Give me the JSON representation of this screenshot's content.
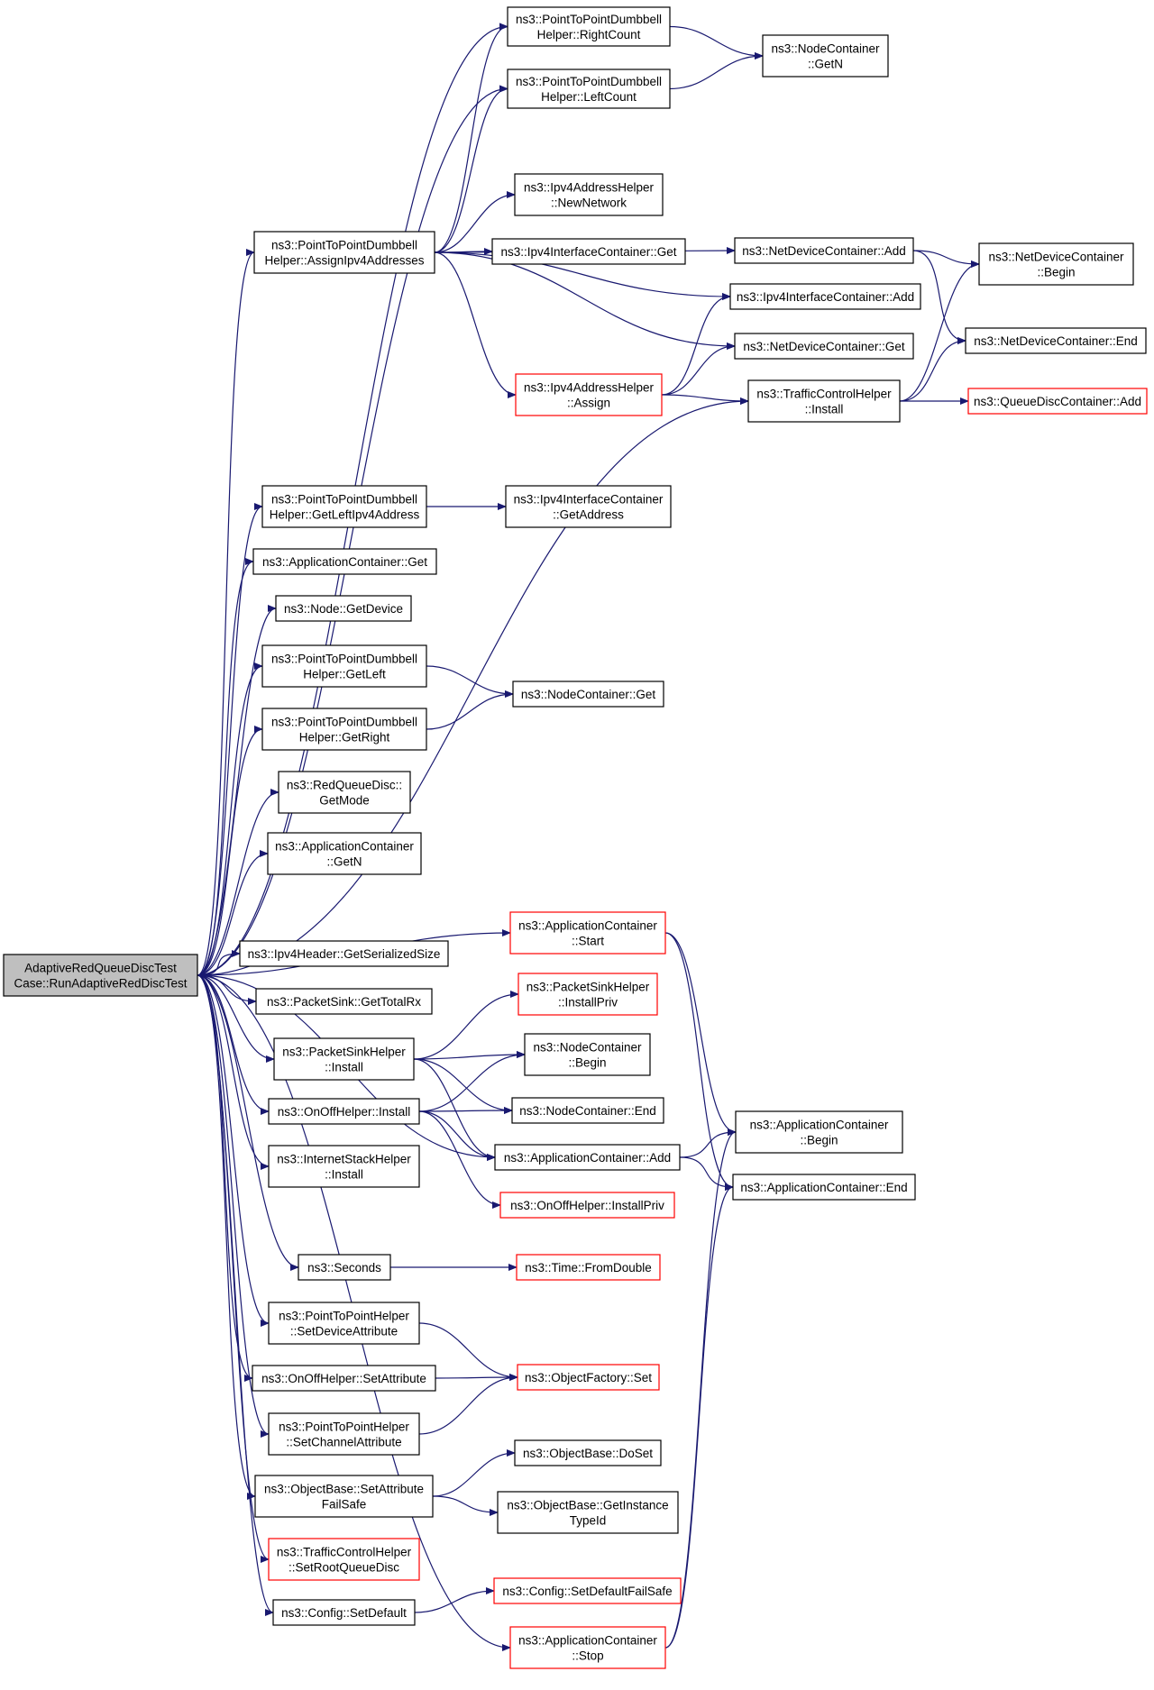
{
  "colors": {
    "edge": "#191970",
    "border_normal": "#000000",
    "border_undocumented": "#ff0000",
    "root_fill": "#bfbfbf",
    "node_fill": "#ffffff"
  },
  "nodes": [
    {
      "id": "root",
      "lines": [
        "AdaptiveRedQueueDiscTest",
        "Case::RunAdaptiveRedDiscTest"
      ],
      "style": "root"
    },
    {
      "id": "rightcount",
      "lines": [
        "ns3::PointToPointDumbbell",
        "Helper::RightCount"
      ],
      "style": "normal"
    },
    {
      "id": "leftcount",
      "lines": [
        "ns3::PointToPointDumbbell",
        "Helper::LeftCount"
      ],
      "style": "normal"
    },
    {
      "id": "nc_getn",
      "lines": [
        "ns3::NodeContainer",
        "::GetN"
      ],
      "style": "normal"
    },
    {
      "id": "ipv4ah_newnetwork",
      "lines": [
        "ns3::Ipv4AddressHelper",
        "::NewNetwork"
      ],
      "style": "normal"
    },
    {
      "id": "assignipv4",
      "lines": [
        "ns3::PointToPointDumbbell",
        "Helper::AssignIpv4Addresses"
      ],
      "style": "normal"
    },
    {
      "id": "ipv4ic_get",
      "lines": [
        "ns3::Ipv4InterfaceContainer::Get"
      ],
      "style": "normal"
    },
    {
      "id": "ndc_add",
      "lines": [
        "ns3::NetDeviceContainer::Add"
      ],
      "style": "normal"
    },
    {
      "id": "ndc_begin",
      "lines": [
        "ns3::NetDeviceContainer",
        "::Begin"
      ],
      "style": "normal"
    },
    {
      "id": "ipv4ic_add",
      "lines": [
        "ns3::Ipv4InterfaceContainer::Add"
      ],
      "style": "normal"
    },
    {
      "id": "ndc_get",
      "lines": [
        "ns3::NetDeviceContainer::Get"
      ],
      "style": "normal"
    },
    {
      "id": "ndc_end",
      "lines": [
        "ns3::NetDeviceContainer::End"
      ],
      "style": "normal"
    },
    {
      "id": "ipv4ah_assign",
      "lines": [
        "ns3::Ipv4AddressHelper",
        "::Assign"
      ],
      "style": "red"
    },
    {
      "id": "tch_install",
      "lines": [
        "ns3::TrafficControlHelper",
        "::Install"
      ],
      "style": "normal"
    },
    {
      "id": "qdc_add",
      "lines": [
        "ns3::QueueDiscContainer::Add"
      ],
      "style": "red"
    },
    {
      "id": "getleftipv4",
      "lines": [
        "ns3::PointToPointDumbbell",
        "Helper::GetLeftIpv4Address"
      ],
      "style": "normal"
    },
    {
      "id": "ipv4ic_getaddress",
      "lines": [
        "ns3::Ipv4InterfaceContainer",
        "::GetAddress"
      ],
      "style": "normal"
    },
    {
      "id": "ac_get",
      "lines": [
        "ns3::ApplicationContainer::Get"
      ],
      "style": "normal"
    },
    {
      "id": "node_getdevice",
      "lines": [
        "ns3::Node::GetDevice"
      ],
      "style": "normal"
    },
    {
      "id": "getleft",
      "lines": [
        "ns3::PointToPointDumbbell",
        "Helper::GetLeft"
      ],
      "style": "normal"
    },
    {
      "id": "nc_get",
      "lines": [
        "ns3::NodeContainer::Get"
      ],
      "style": "normal"
    },
    {
      "id": "getright",
      "lines": [
        "ns3::PointToPointDumbbell",
        "Helper::GetRight"
      ],
      "style": "normal"
    },
    {
      "id": "red_getmode",
      "lines": [
        "ns3::RedQueueDisc::",
        "GetMode"
      ],
      "style": "normal"
    },
    {
      "id": "ac_getn",
      "lines": [
        "ns3::ApplicationContainer",
        "::GetN"
      ],
      "style": "normal"
    },
    {
      "id": "ac_start",
      "lines": [
        "ns3::ApplicationContainer",
        "::Start"
      ],
      "style": "red"
    },
    {
      "id": "ipv4header",
      "lines": [
        "ns3::Ipv4Header::GetSerializedSize"
      ],
      "style": "normal"
    },
    {
      "id": "ps_gettotalrx",
      "lines": [
        "ns3::PacketSink::GetTotalRx"
      ],
      "style": "normal"
    },
    {
      "id": "psh_installpriv",
      "lines": [
        "ns3::PacketSinkHelper",
        "::InstallPriv"
      ],
      "style": "red"
    },
    {
      "id": "psh_install",
      "lines": [
        "ns3::PacketSinkHelper",
        "::Install"
      ],
      "style": "normal"
    },
    {
      "id": "nc_begin",
      "lines": [
        "ns3::NodeContainer",
        "::Begin"
      ],
      "style": "normal"
    },
    {
      "id": "onoff_install",
      "lines": [
        "ns3::OnOffHelper::Install"
      ],
      "style": "normal"
    },
    {
      "id": "nc_end",
      "lines": [
        "ns3::NodeContainer::End"
      ],
      "style": "normal"
    },
    {
      "id": "ac_begin",
      "lines": [
        "ns3::ApplicationContainer",
        "::Begin"
      ],
      "style": "normal"
    },
    {
      "id": "ish_install",
      "lines": [
        "ns3::InternetStackHelper",
        "::Install"
      ],
      "style": "normal"
    },
    {
      "id": "ac_add",
      "lines": [
        "ns3::ApplicationContainer::Add"
      ],
      "style": "normal"
    },
    {
      "id": "ac_end",
      "lines": [
        "ns3::ApplicationContainer::End"
      ],
      "style": "normal"
    },
    {
      "id": "onoff_installpriv",
      "lines": [
        "ns3::OnOffHelper::InstallPriv"
      ],
      "style": "red"
    },
    {
      "id": "seconds",
      "lines": [
        "ns3::Seconds"
      ],
      "style": "normal"
    },
    {
      "id": "time_fromdouble",
      "lines": [
        "ns3::Time::FromDouble"
      ],
      "style": "red"
    },
    {
      "id": "setdeviceattr",
      "lines": [
        "ns3::PointToPointHelper",
        "::SetDeviceAttribute"
      ],
      "style": "normal"
    },
    {
      "id": "onoff_setattr",
      "lines": [
        "ns3::OnOffHelper::SetAttribute"
      ],
      "style": "normal"
    },
    {
      "id": "of_set",
      "lines": [
        "ns3::ObjectFactory::Set"
      ],
      "style": "red"
    },
    {
      "id": "setchannelattr",
      "lines": [
        "ns3::PointToPointHelper",
        "::SetChannelAttribute"
      ],
      "style": "normal"
    },
    {
      "id": "ob_doset",
      "lines": [
        "ns3::ObjectBase::DoSet"
      ],
      "style": "normal"
    },
    {
      "id": "ob_setattrfailsafe",
      "lines": [
        "ns3::ObjectBase::SetAttribute",
        "FailSafe"
      ],
      "style": "normal"
    },
    {
      "id": "ob_getinstancetypeid",
      "lines": [
        "ns3::ObjectBase::GetInstance",
        "TypeId"
      ],
      "style": "normal"
    },
    {
      "id": "tch_setroot",
      "lines": [
        "ns3::TrafficControlHelper",
        "::SetRootQueueDisc"
      ],
      "style": "red"
    },
    {
      "id": "cfg_setdefaultfailsafe",
      "lines": [
        "ns3::Config::SetDefaultFailSafe"
      ],
      "style": "red"
    },
    {
      "id": "cfg_setdefault",
      "lines": [
        "ns3::Config::SetDefault"
      ],
      "style": "normal"
    },
    {
      "id": "ac_stop",
      "lines": [
        "ns3::ApplicationContainer",
        "::Stop"
      ],
      "style": "red"
    }
  ],
  "edges": [
    [
      "root",
      "rightcount"
    ],
    [
      "root",
      "leftcount"
    ],
    [
      "root",
      "assignipv4"
    ],
    [
      "root",
      "tch_install"
    ],
    [
      "root",
      "getleftipv4"
    ],
    [
      "root",
      "ac_get"
    ],
    [
      "root",
      "node_getdevice"
    ],
    [
      "root",
      "getleft"
    ],
    [
      "root",
      "getright"
    ],
    [
      "root",
      "red_getmode"
    ],
    [
      "root",
      "ac_getn"
    ],
    [
      "root",
      "ac_start"
    ],
    [
      "root",
      "ipv4header"
    ],
    [
      "root",
      "ps_gettotalrx"
    ],
    [
      "root",
      "psh_install"
    ],
    [
      "root",
      "onoff_install"
    ],
    [
      "root",
      "ish_install"
    ],
    [
      "root",
      "ac_add"
    ],
    [
      "root",
      "seconds"
    ],
    [
      "root",
      "setdeviceattr"
    ],
    [
      "root",
      "onoff_setattr"
    ],
    [
      "root",
      "setchannelattr"
    ],
    [
      "root",
      "ob_setattrfailsafe"
    ],
    [
      "root",
      "tch_setroot"
    ],
    [
      "root",
      "cfg_setdefault"
    ],
    [
      "root",
      "ac_stop"
    ],
    [
      "rightcount",
      "nc_getn"
    ],
    [
      "leftcount",
      "nc_getn"
    ],
    [
      "assignipv4",
      "rightcount"
    ],
    [
      "assignipv4",
      "leftcount"
    ],
    [
      "assignipv4",
      "ipv4ah_newnetwork"
    ],
    [
      "assignipv4",
      "ipv4ic_get"
    ],
    [
      "assignipv4",
      "ndc_add"
    ],
    [
      "assignipv4",
      "ipv4ic_add"
    ],
    [
      "assignipv4",
      "ndc_get"
    ],
    [
      "assignipv4",
      "ipv4ah_assign"
    ],
    [
      "ndc_add",
      "ndc_begin"
    ],
    [
      "ndc_add",
      "ndc_end"
    ],
    [
      "ipv4ah_assign",
      "ipv4ic_add"
    ],
    [
      "ipv4ah_assign",
      "ndc_get"
    ],
    [
      "ipv4ah_assign",
      "tch_install"
    ],
    [
      "tch_install",
      "ndc_begin"
    ],
    [
      "tch_install",
      "ndc_end"
    ],
    [
      "tch_install",
      "qdc_add"
    ],
    [
      "getleftipv4",
      "ipv4ic_getaddress"
    ],
    [
      "getleft",
      "nc_get"
    ],
    [
      "getright",
      "nc_get"
    ],
    [
      "ac_start",
      "ac_begin"
    ],
    [
      "ac_start",
      "ac_end"
    ],
    [
      "psh_install",
      "psh_installpriv"
    ],
    [
      "psh_install",
      "nc_begin"
    ],
    [
      "psh_install",
      "nc_end"
    ],
    [
      "psh_install",
      "ac_add"
    ],
    [
      "onoff_install",
      "nc_begin"
    ],
    [
      "onoff_install",
      "nc_end"
    ],
    [
      "onoff_install",
      "ac_add"
    ],
    [
      "onoff_install",
      "onoff_installpriv"
    ],
    [
      "ac_add",
      "ac_begin"
    ],
    [
      "ac_add",
      "ac_end"
    ],
    [
      "seconds",
      "time_fromdouble"
    ],
    [
      "setdeviceattr",
      "of_set"
    ],
    [
      "onoff_setattr",
      "of_set"
    ],
    [
      "setchannelattr",
      "of_set"
    ],
    [
      "ob_setattrfailsafe",
      "ob_doset"
    ],
    [
      "ob_setattrfailsafe",
      "ob_getinstancetypeid"
    ],
    [
      "cfg_setdefault",
      "cfg_setdefaultfailsafe"
    ],
    [
      "ac_stop",
      "ac_begin"
    ],
    [
      "ac_stop",
      "ac_end"
    ]
  ]
}
